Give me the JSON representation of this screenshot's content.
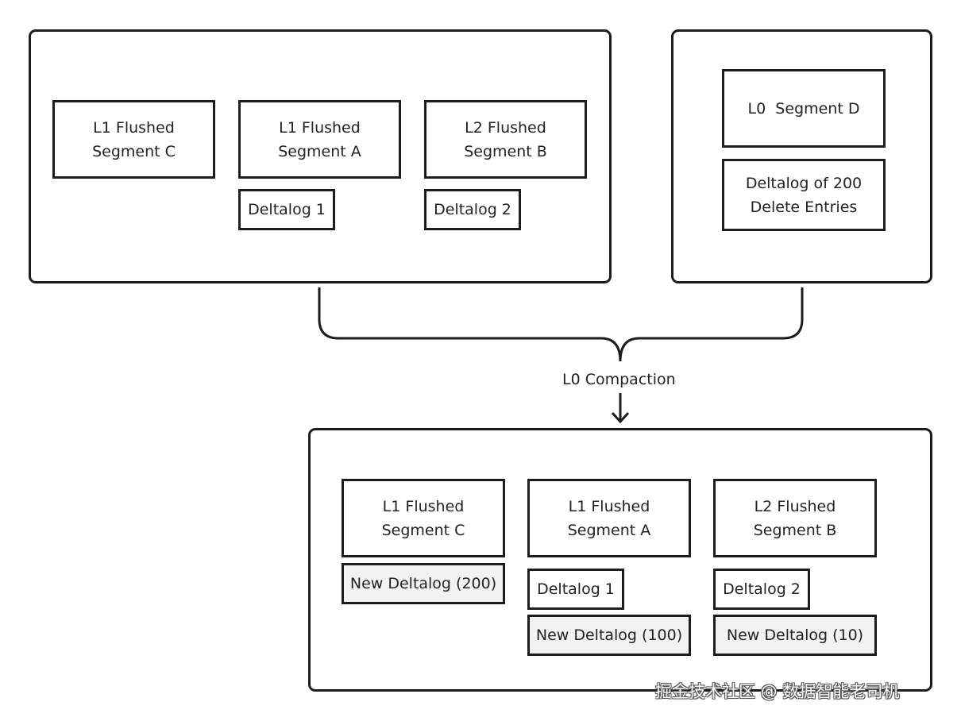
{
  "top_left_group": {
    "segment_c": {
      "line1": "L1 Flushed",
      "line2": "Segment C"
    },
    "segment_a": {
      "line1": "L1 Flushed",
      "line2": "Segment A"
    },
    "segment_b": {
      "line1": "L2 Flushed",
      "line2": "Segment B"
    },
    "deltalog_1": "Deltalog 1",
    "deltalog_2": "Deltalog 2"
  },
  "top_right_group": {
    "segment_d": "L0  Segment D",
    "deltalog_200": {
      "line1": "Deltalog of 200",
      "line2": "Delete Entries"
    }
  },
  "compaction_label": "L0 Compaction",
  "result_group": {
    "segment_c": {
      "line1": "L1 Flushed",
      "line2": "Segment C"
    },
    "segment_a": {
      "line1": "L1 Flushed",
      "line2": "Segment A"
    },
    "segment_b": {
      "line1": "L2 Flushed",
      "line2": "Segment B"
    },
    "new_deltalog_200": "New Deltalog (200)",
    "deltalog_1": "Deltalog 1",
    "new_deltalog_100": "New Deltalog (100)",
    "deltalog_2": "Deltalog 2",
    "new_deltalog_10": "New Deltalog (10)"
  },
  "watermark": "掘金技术社区 @ 数据智能老司机",
  "colors": {
    "stroke": "#1c1c1c",
    "new_deltalog_fill": "#f2f2f2"
  }
}
